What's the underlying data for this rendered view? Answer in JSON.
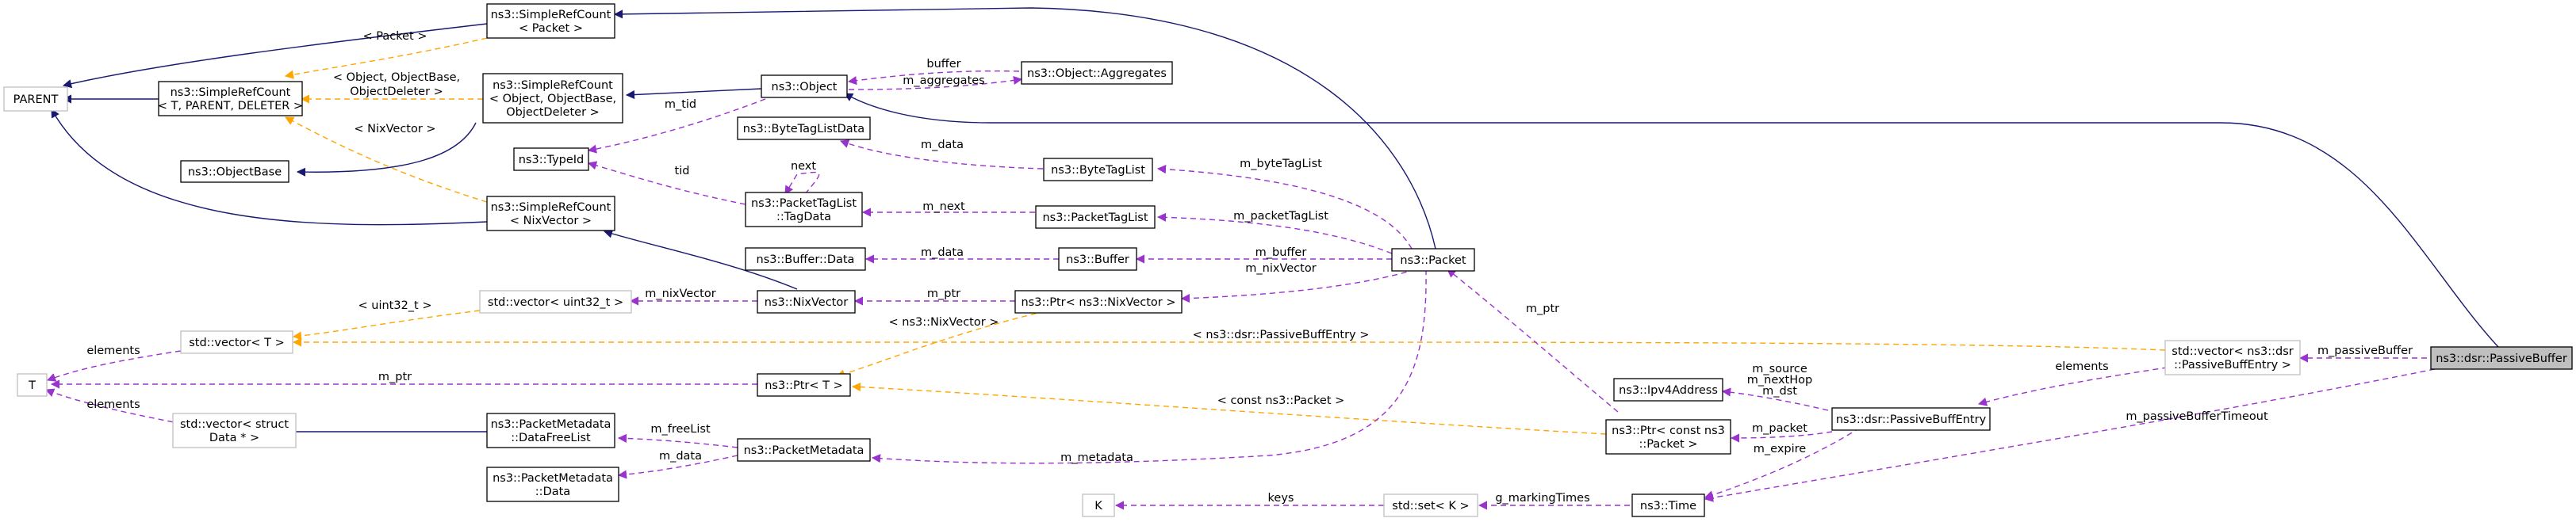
{
  "diagram": {
    "nodes": {
      "parent": [
        "PARENT"
      ],
      "srcPacket": [
        "ns3::SimpleRefCount",
        "< Packet >"
      ],
      "srcGeneric": [
        "ns3::SimpleRefCount",
        "< T, PARENT, DELETER >"
      ],
      "srcObject": [
        "ns3::SimpleRefCount",
        "< Object, ObjectBase,",
        "ObjectDeleter >"
      ],
      "objectBase": [
        "ns3::ObjectBase"
      ],
      "srcNix": [
        "ns3::SimpleRefCount",
        "< NixVector >"
      ],
      "object": [
        "ns3::Object"
      ],
      "aggregates": [
        "ns3::Object::Aggregates"
      ],
      "byteTagListData": [
        "ns3::ByteTagListData"
      ],
      "typeId": [
        "ns3::TypeId"
      ],
      "tagData": [
        "ns3::PacketTagList",
        "::TagData"
      ],
      "byteTagList": [
        "ns3::ByteTagList"
      ],
      "packetTagList": [
        "ns3::PacketTagList"
      ],
      "bufferData": [
        "ns3::Buffer::Data"
      ],
      "buffer": [
        "ns3::Buffer"
      ],
      "packet": [
        "ns3::Packet"
      ],
      "vecUint32": [
        "std::vector< uint32_t >"
      ],
      "nixVector": [
        "ns3::NixVector"
      ],
      "ptrNix": [
        "ns3::Ptr< ns3::NixVector >"
      ],
      "vecT": [
        "std::vector< T >"
      ],
      "T": [
        "T"
      ],
      "ptrT": [
        "ns3::Ptr< T >"
      ],
      "vecStruct": [
        "std::vector< struct",
        "Data * >"
      ],
      "dataFreeList": [
        "ns3::PacketMetadata",
        "::DataFreeList"
      ],
      "packetMetadata": [
        "ns3::PacketMetadata"
      ],
      "pmData": [
        "ns3::PacketMetadata",
        "::Data"
      ],
      "ipv4": [
        "ns3::Ipv4Address"
      ],
      "ptrPacket": [
        "ns3::Ptr< const ns3",
        "::Packet >"
      ],
      "passiveEntry": [
        "ns3::dsr::PassiveBuffEntry"
      ],
      "vecEntry": [
        "std::vector< ns3::dsr",
        "::PassiveBuffEntry >"
      ],
      "passiveBuffer": [
        "ns3::dsr::PassiveBuffer"
      ],
      "K": [
        "K"
      ],
      "setK": [
        "std::set< K >"
      ],
      "time": [
        "ns3::Time"
      ]
    },
    "edge_labels": {
      "packet_t": "< Packet >",
      "objdel_t1": "< Object, ObjectBase,",
      "objdel_t2": "ObjectDeleter >",
      "nix_t": "< NixVector >",
      "buffer": "buffer",
      "m_aggregates": "m_aggregates",
      "m_tid": "m_tid",
      "next": "next",
      "tid": "tid",
      "m_data_btl": "m_data",
      "m_next": "m_next",
      "m_byteTagList": "m_byteTagList",
      "m_packetTagList": "m_packetTagList",
      "m_data_buf": "m_data",
      "m_buffer": "m_buffer",
      "m_nixVector_pkt": "m_nixVector",
      "m_nixVector": "m_nixVector",
      "m_ptr_nix": "m_ptr",
      "uint32_t": "< uint32_t >",
      "nixvec_t": "< ns3::NixVector >",
      "elements_vt": "elements",
      "passive_t": "< ns3::dsr::PassiveBuffEntry >",
      "m_ptr_T": "m_ptr",
      "elements_vs": "elements",
      "constpkt_t": "< const ns3::Packet >",
      "m_ptr_pkt": "m_ptr",
      "m_freeList": "m_freeList",
      "m_data_pm": "m_data",
      "m_metadata": "m_metadata",
      "m_source": "m_source",
      "m_nextHop": "m_nextHop",
      "m_dst": "m_dst",
      "m_packet": "m_packet",
      "m_expire": "m_expire",
      "elements_pe": "elements",
      "m_passiveBuffer": "m_passiveBuffer",
      "m_passiveBufferTimeout": "m_passiveBufferTimeout",
      "keys": "keys",
      "g_markingTimes": "g_markingTimes"
    }
  }
}
